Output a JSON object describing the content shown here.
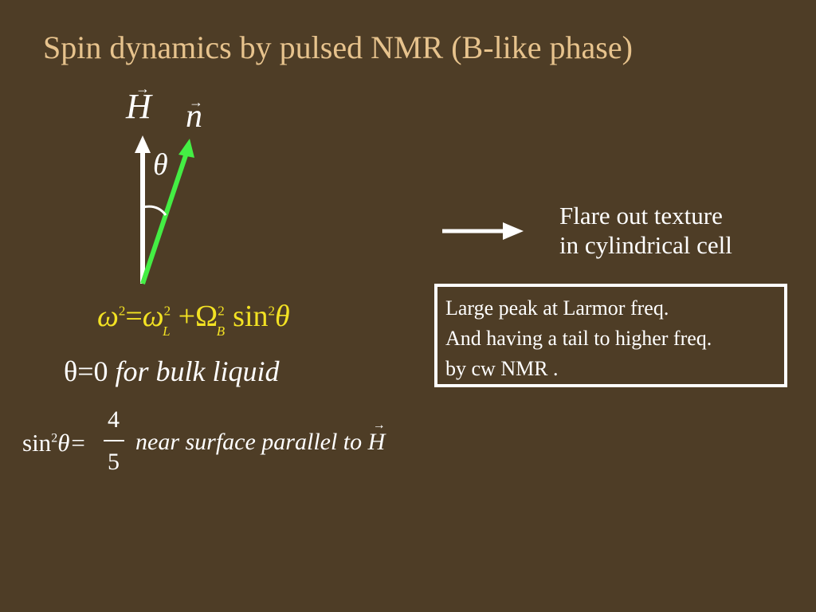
{
  "slide": {
    "title": "Spin dynamics by pulsed NMR (B-like phase)"
  },
  "diagram": {
    "field_label": "H",
    "texture_label": "n",
    "angle_label": "θ",
    "vector_arrow": "→",
    "field_arrow_color": "#ffffff",
    "texture_arrow_color": "#44ee44"
  },
  "result": {
    "line1": "Flare out texture",
    "line2": "in cylindrical cell"
  },
  "note": {
    "line1": "Large peak at Larmor freq.",
    "line2": "And having a tail to higher freq.",
    "line3": "by cw NMR ."
  },
  "equations": {
    "eq1": {
      "omega": "ω",
      "two": "2",
      "equals": "=",
      "sub_L": "L",
      "plus": "+",
      "Omega": "Ω",
      "sub_B": "B",
      "sin": "sin",
      "theta": "θ",
      "color": "#f3e223"
    },
    "eq2": {
      "lhs": "θ=0",
      "text": "for  bulk  liquid"
    },
    "eq3": {
      "sin": "sin",
      "two": "2",
      "lhs_tail": "θ=",
      "numerator": "4",
      "denominator": "5",
      "text": "near  surface  parallel  to",
      "H": "H"
    }
  }
}
